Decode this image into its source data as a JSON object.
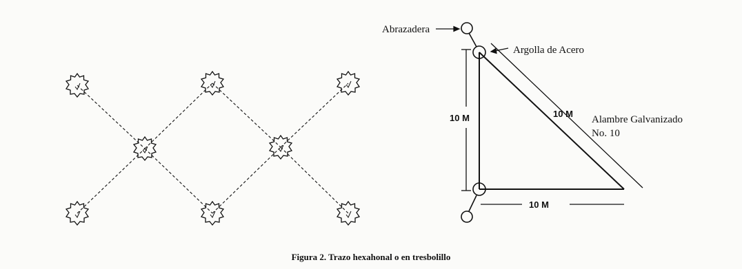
{
  "labels": {
    "clamp": "Abrazadera",
    "steel_ring": "Argolla de Acero",
    "wire_line1": "Alambre Galvanizado",
    "wire_line2": "No. 10",
    "vertical_dim": "10 M",
    "diagonal_dim": "10 M",
    "horizontal_dim": "10 M"
  },
  "caption": "Figura 2. Trazo hexahonal o en tresbolillo"
}
